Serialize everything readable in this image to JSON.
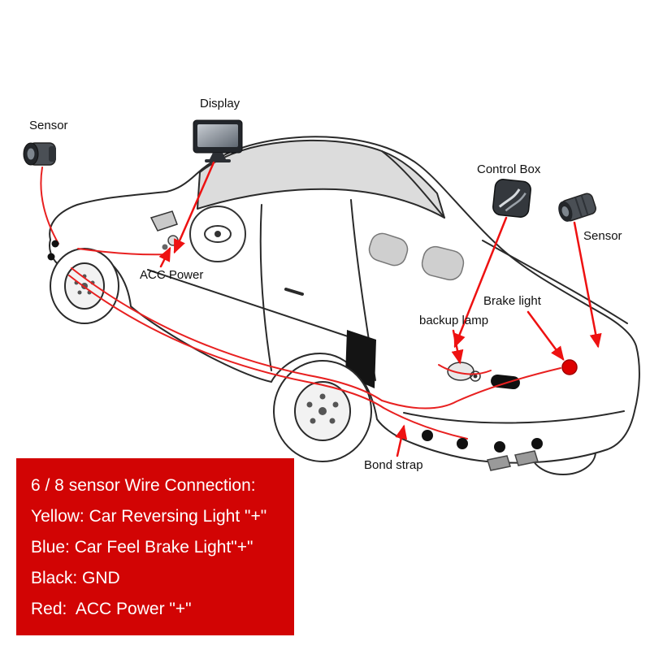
{
  "labels": {
    "sensor_left": "Sensor",
    "display": "Display",
    "acc_power": "ACC Power",
    "control_box": "Control Box",
    "sensor_right": "Sensor",
    "brake_light": "Brake light",
    "backup_lamp": "backup lamp",
    "bond_strap": "Bond strap"
  },
  "legend": {
    "lines": [
      "6 / 8 sensor Wire Connection:",
      "Yellow: Car Reversing Light \"+\"",
      "Blue: Car Feel Brake Light\"+\"",
      "Black: GND",
      "Red:  ACC Power \"+\""
    ]
  },
  "colors": {
    "legend_bg": "#d20404",
    "legend_text": "#ffffff",
    "wire": "#e82020",
    "arrow": "#ee1111",
    "brake_light_dot": "#dd0000"
  },
  "icons": {
    "sensor_left": "parking-sensor-icon",
    "display": "monitor-display-icon",
    "control_box": "control-box-icon",
    "sensor_right": "parking-sensor-icon"
  }
}
